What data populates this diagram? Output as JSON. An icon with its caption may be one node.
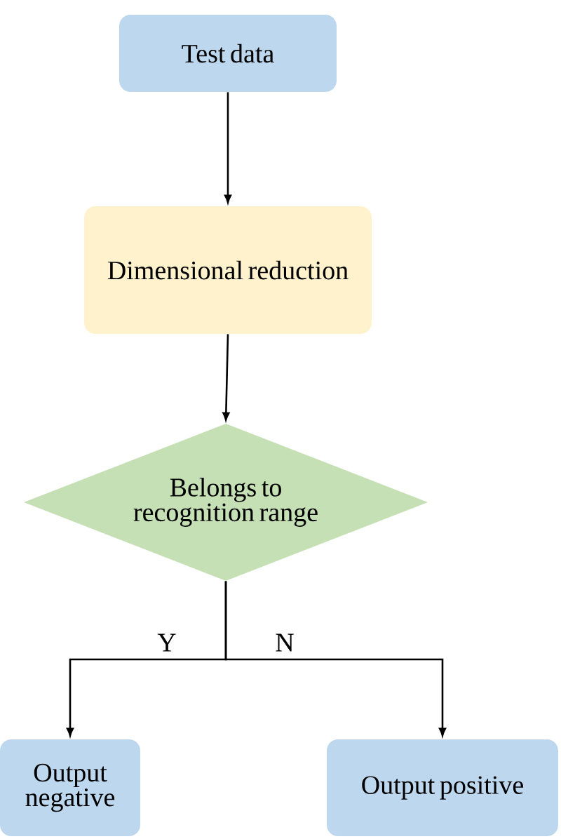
{
  "diagram": {
    "nodes": [
      {
        "text": [
          "Test data"
        ]
      },
      {
        "text": [
          "Dimensional reduction"
        ]
      },
      {
        "text": [
          "Belongs to recognition range"
        ]
      },
      {
        "text": [
          "Output negative"
        ]
      },
      {
        "text": [
          "Output positive"
        ]
      }
    ],
    "edges": [
      {
        "from": 0,
        "to": 1,
        "arrow": "to"
      },
      {
        "from": 1,
        "to": 2,
        "arrow": "to"
      },
      {
        "from": 2,
        "to": 3,
        "arrow": "to",
        "label": "Y"
      },
      {
        "from": 2,
        "to": 4,
        "arrow": "to",
        "label": "N"
      }
    ]
  }
}
